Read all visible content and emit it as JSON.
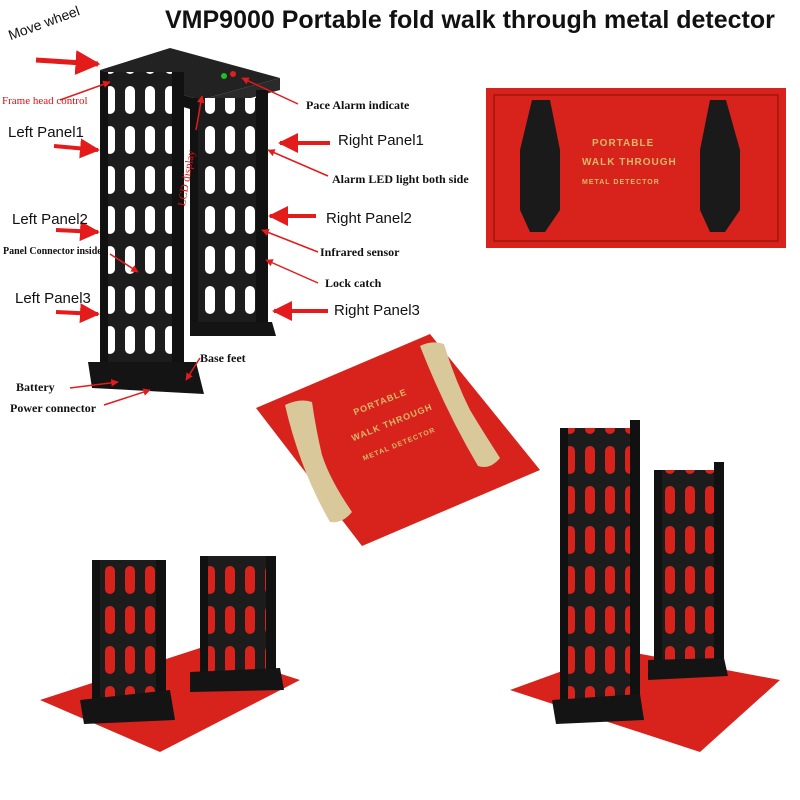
{
  "title": "VMP9000 Portable fold walk through metal detector",
  "labels": {
    "move_wheel": "Move wheel",
    "frame_head_control": "Frame head control",
    "lcd_display": "LCD display",
    "pace_alarm": "Pace Alarm indicate",
    "left_panel1": "Left Panel1",
    "right_panel1": "Right Panel1",
    "alarm_led": "Alarm LED light both side",
    "left_panel2": "Left Panel2",
    "right_panel2": "Right Panel2",
    "panel_connector": "Panel Connector inside",
    "infrared_sensor": "Infrared sensor",
    "lock_catch": "Lock catch",
    "left_panel3": "Left Panel3",
    "right_panel3": "Right Panel3",
    "base_feet": "Base feet",
    "battery": "Battery",
    "power_connector": "Power connector"
  },
  "mat": {
    "line1": "PORTABLE",
    "line2": "WALK THROUGH",
    "line3": "METAL DETECTOR"
  },
  "colors": {
    "arrow": "#e31b1b",
    "mat_red": "#d8231c",
    "mat_text": "#d9b86a",
    "frame_black": "#1a1a1a"
  }
}
